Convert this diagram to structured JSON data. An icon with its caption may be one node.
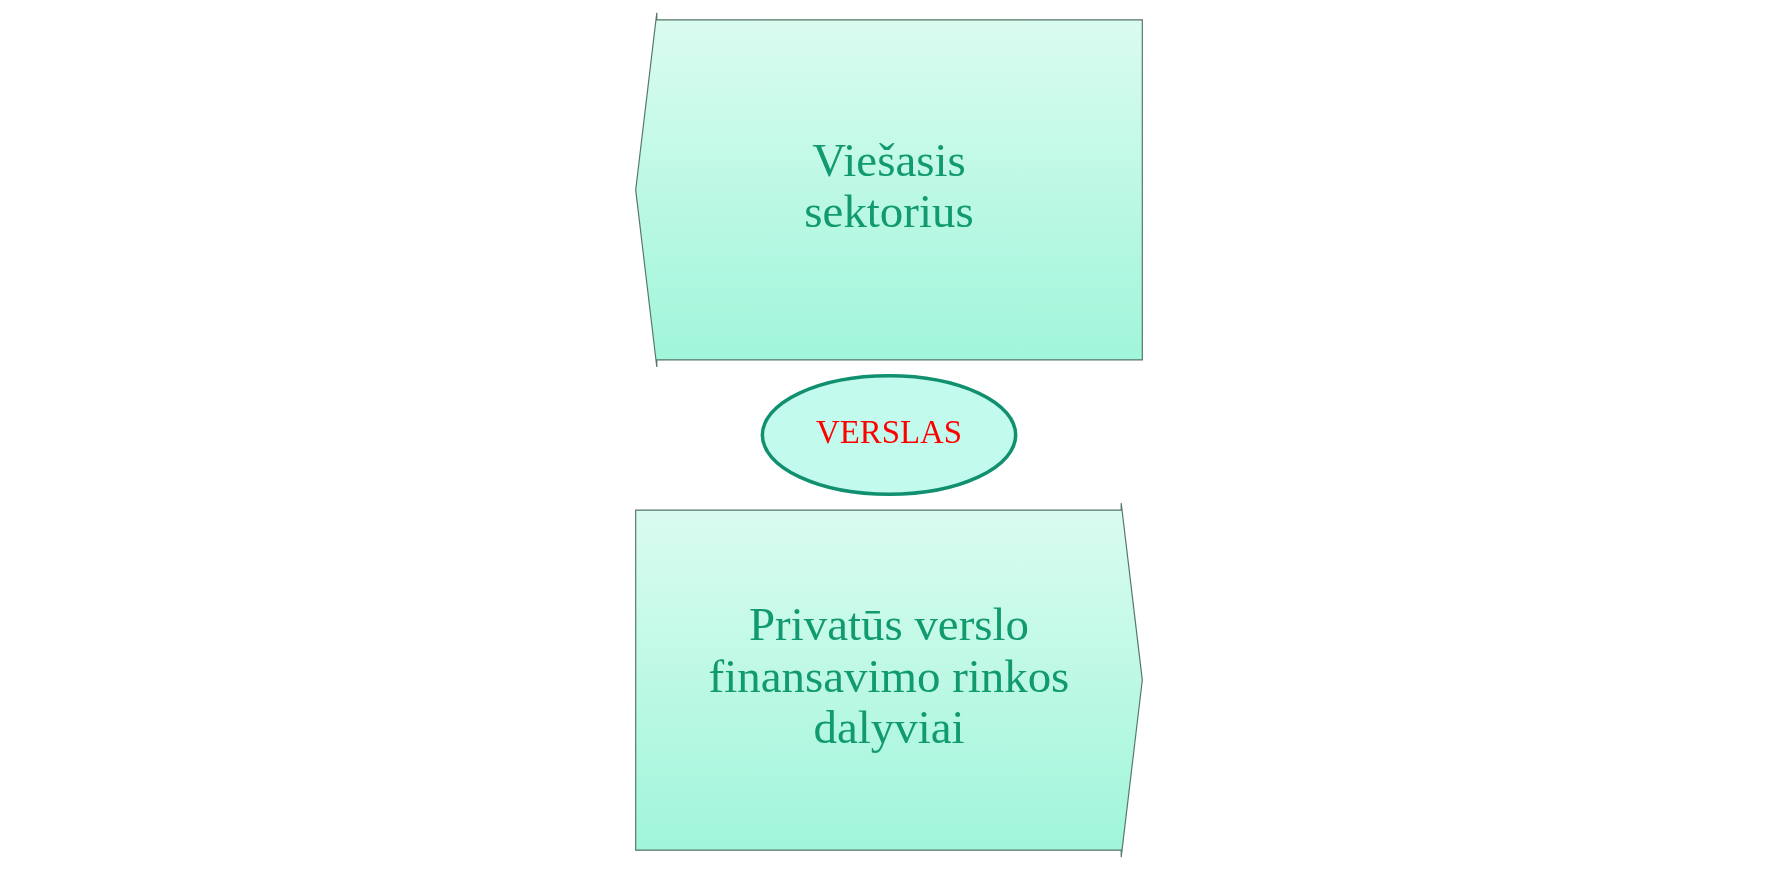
{
  "diagram": {
    "nodes": [
      {
        "text": [
          "Privatūs verslo finansavimo rinkos dalyviai"
        ]
      },
      {
        "text": [
          "VERSLAS"
        ]
      },
      {
        "text": [
          "Viešasis sektorius"
        ]
      }
    ]
  }
}
